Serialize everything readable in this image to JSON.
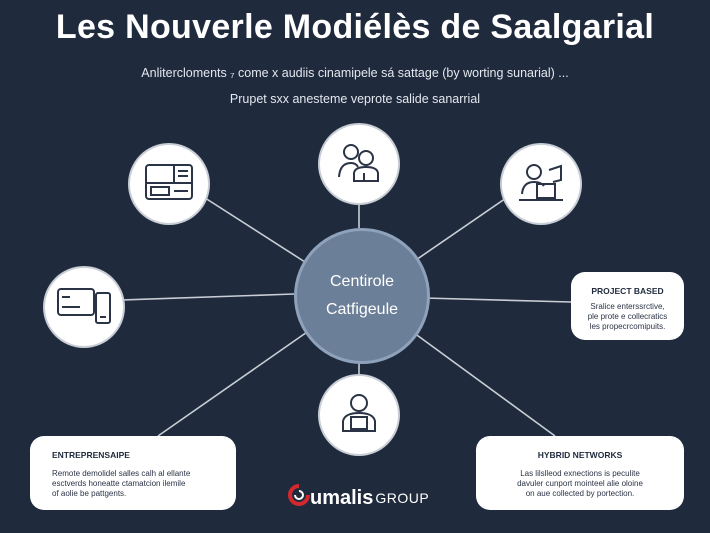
{
  "title": "Les Nouverle Modiélès de Saalgarial",
  "subtitle_1": "Anlitercloments ₇ come x audiis cinamipele sá sattage (by worting sunarial) ...",
  "subtitle_2": "Prupet sxx anesteme veprote salide sanarrial",
  "center": {
    "line1": "Centirole",
    "line2": "Catfigeule"
  },
  "nodes": [
    {
      "icon": "layout-panels-icon"
    },
    {
      "icon": "people-meeting-icon"
    },
    {
      "icon": "person-at-desk-icon"
    },
    {
      "icon": "card-and-phone-icon"
    },
    {
      "icon": "person-badge-icon"
    }
  ],
  "cards": {
    "project_based": {
      "heading": "PROJECT BASED",
      "lines": [
        "Sralice enterssrctive,",
        "ple prote e collecratics",
        "les propecrcomipuits."
      ]
    },
    "entreprensaipe": {
      "heading": "ENTREPRENSAIPE",
      "lines": [
        "Remote demolidel salles calh al ellante",
        "esctverds honeatte ctamatcion ilemile",
        "of aolie be pattgents."
      ]
    },
    "hybrid_networks": {
      "heading": "HYBRID NETWORKS",
      "lines": [
        "Las lilslleod exnections is peculite",
        "davuler cunport mointeel alie oloine",
        "on aue collected by portection."
      ]
    }
  },
  "logo": {
    "brand": "umalis",
    "group": "GROUP"
  },
  "colors": {
    "background": "#1f2a3c",
    "center": "#6c7f98",
    "lines": "#c9ced6",
    "accent_red": "#d4282f"
  }
}
